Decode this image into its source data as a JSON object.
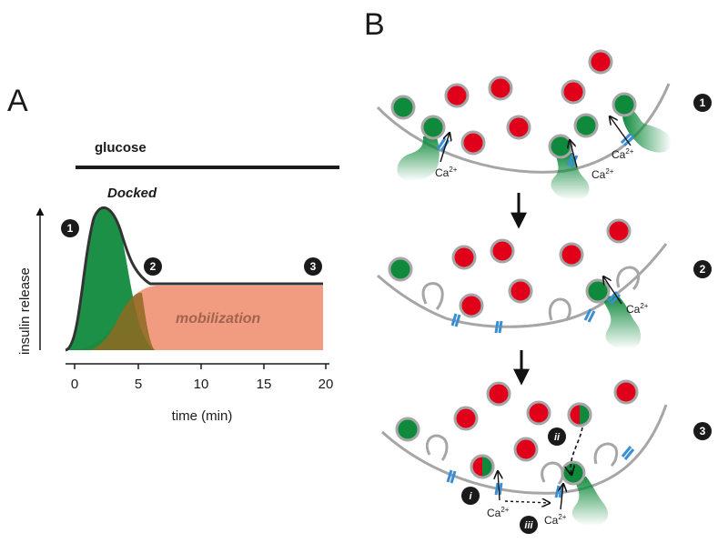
{
  "panels": {
    "a_label": "A",
    "b_label": "B"
  },
  "panel_a": {
    "glucose_label": "glucose",
    "docked_label": "Docked",
    "mobilization_label": "mobilization",
    "ylabel": "insulin release",
    "xlabel": "time (min)",
    "x_ticks": [
      "0",
      "5",
      "10",
      "15",
      "20"
    ],
    "step_markers": [
      "1",
      "2",
      "3"
    ]
  },
  "panel_b": {
    "step_markers": [
      "1",
      "2",
      "3"
    ],
    "ion_label": "Ca",
    "ion_charge": "2+",
    "pathway_labels": [
      "i",
      "ii",
      "iii"
    ]
  },
  "colors": {
    "docked_green": "#0f8a3c",
    "mobilization_salmon": "#f19b80",
    "granule_red": "#e0001a",
    "channel_blue": "#3a8fd4",
    "membrane_gray": "#a6a6a6"
  }
}
